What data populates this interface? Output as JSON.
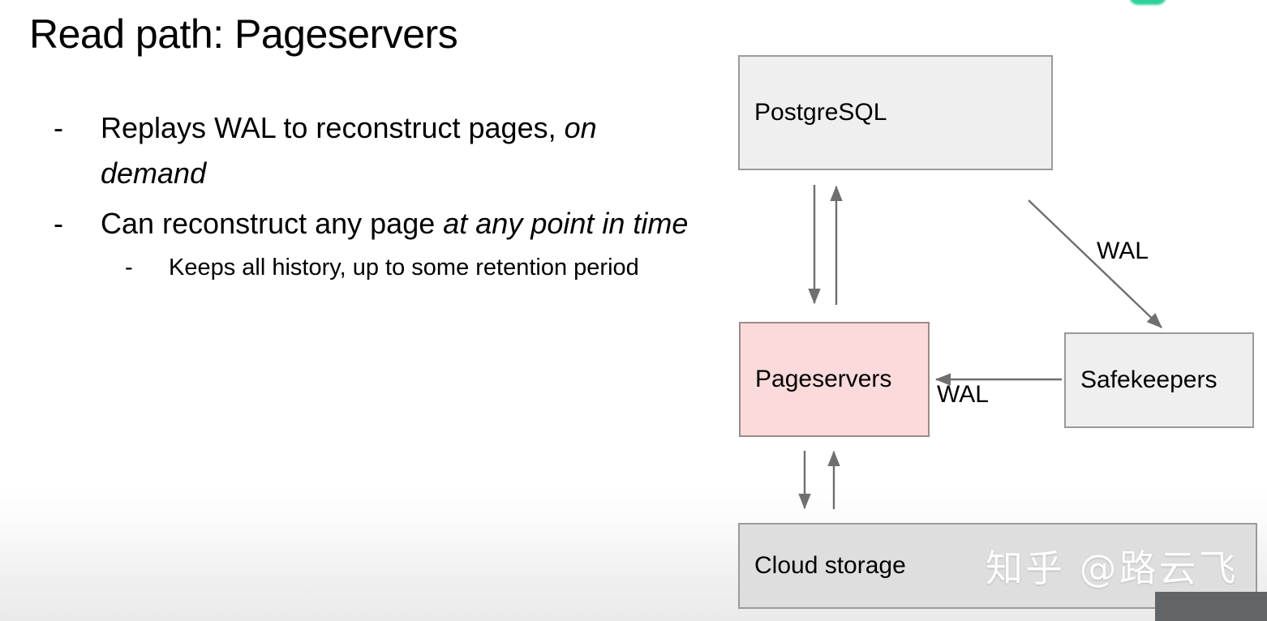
{
  "slide": {
    "title": "Read path: Pageservers",
    "bullet_marker": "-",
    "bullets": [
      {
        "level": 1,
        "text_plain": "Replays WAL to reconstruct pages, ",
        "text_italic": "on demand"
      },
      {
        "level": 1,
        "text_plain": "Can reconstruct any page ",
        "text_italic": "at any point in time"
      },
      {
        "level": 2,
        "text_plain": "Keeps all history, up to some retention period",
        "text_italic": ""
      }
    ]
  },
  "diagram": {
    "nodes": [
      {
        "id": "postgres",
        "label": "PostgreSQL",
        "fill": "#efefef",
        "border": "#9a9a9a"
      },
      {
        "id": "pageservers",
        "label": "Pageservers",
        "fill": "#fadada",
        "border": "#9e8a8a"
      },
      {
        "id": "safekeepers",
        "label": "Safekeepers",
        "fill": "#efefef",
        "border": "#9a9a9a"
      },
      {
        "id": "cloud",
        "label": "Cloud storage",
        "fill": "#dedede",
        "border": "#9a9a9a"
      }
    ],
    "edge_labels": {
      "wal_diagonal": "WAL",
      "wal_horizontal": "WAL"
    },
    "arrow_color": "#6f6f6f"
  },
  "overlays": {
    "watermark": "知乎 @路云飞",
    "green_pill_color": "#2fd19a",
    "corner_block_color": "#616567"
  }
}
